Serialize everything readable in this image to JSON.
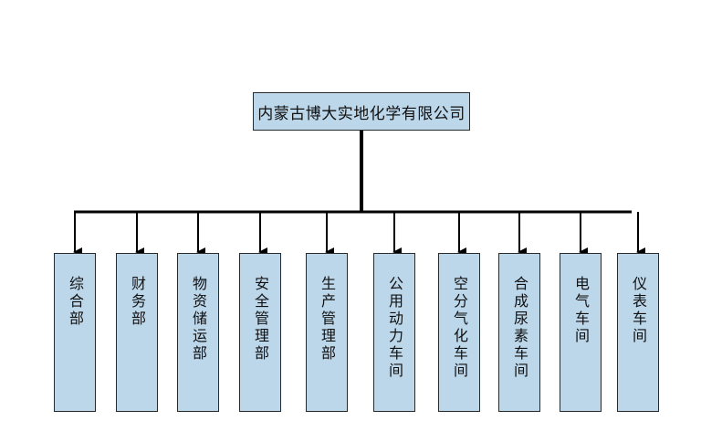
{
  "org": {
    "root": "内蒙古博大实地化学有限公司",
    "departments": [
      "综合部",
      "财务部",
      "物资储运部",
      "安全管理部",
      "生产管理部",
      "公用动力车间",
      "空分气化车间",
      "合成尿素车间",
      "电气车间",
      "仪表车间"
    ]
  },
  "colors": {
    "box_fill": "#bcd6ea",
    "line": "#000000"
  }
}
